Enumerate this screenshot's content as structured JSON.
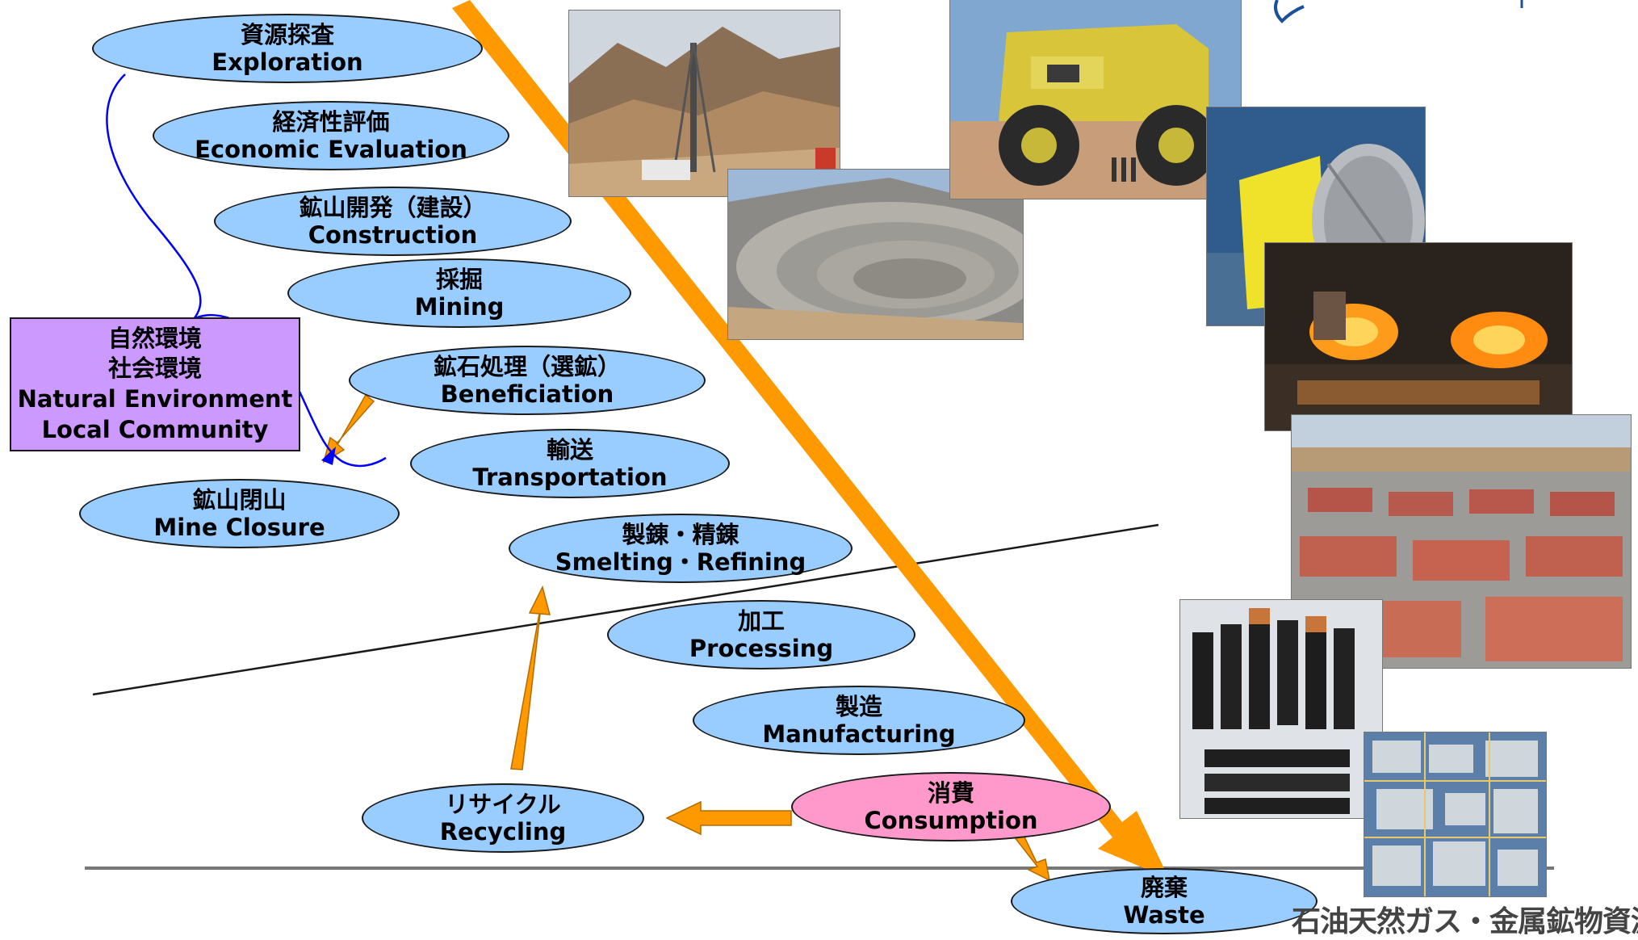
{
  "stages": {
    "exploration": {
      "ja": "資源探査",
      "en": "Exploration"
    },
    "economic_evaluation": {
      "ja": "経済性評価",
      "en": "Economic Evaluation"
    },
    "construction": {
      "ja": "鉱山開発（建設）",
      "en": "Construction"
    },
    "mining": {
      "ja": "採掘",
      "en": "Mining"
    },
    "beneficiation": {
      "ja": "鉱石処理（選鉱）",
      "en": "Beneficiation"
    },
    "transportation": {
      "ja": "輸送",
      "en": "Transportation"
    },
    "mine_closure": {
      "ja": "鉱山閉山",
      "en": "Mine Closure"
    },
    "smelting_refining": {
      "ja": "製錬・精錬",
      "en": "Smelting・Refining"
    },
    "processing": {
      "ja": "加工",
      "en": "Processing"
    },
    "manufacturing": {
      "ja": "製造",
      "en": "Manufacturing"
    },
    "recycling": {
      "ja": "リサイクル",
      "en": "Recycling"
    },
    "consumption": {
      "ja": "消費",
      "en": "Consumption"
    },
    "waste": {
      "ja": "廃棄",
      "en": "Waste"
    }
  },
  "environment_box": {
    "line1": "自然環境",
    "line2": "社会環境",
    "line3": "Natural Environment",
    "line4": "Local Community"
  },
  "footer_logo": "石油天然ガス・金属鉱物資源機構",
  "colors": {
    "stage_fill": "#99ccff",
    "consumption_fill": "#ff99cc",
    "environment_fill": "#cc99ff",
    "flow_arrow": "#ff9900",
    "loop_curve": "#0000ff"
  },
  "photos": [
    "drilling-rig",
    "open-pit-mine",
    "haul-truck",
    "grinding-mill",
    "molten-copper-casting",
    "copper-cathode-stacks",
    "electric-cables",
    "circuit-board"
  ]
}
